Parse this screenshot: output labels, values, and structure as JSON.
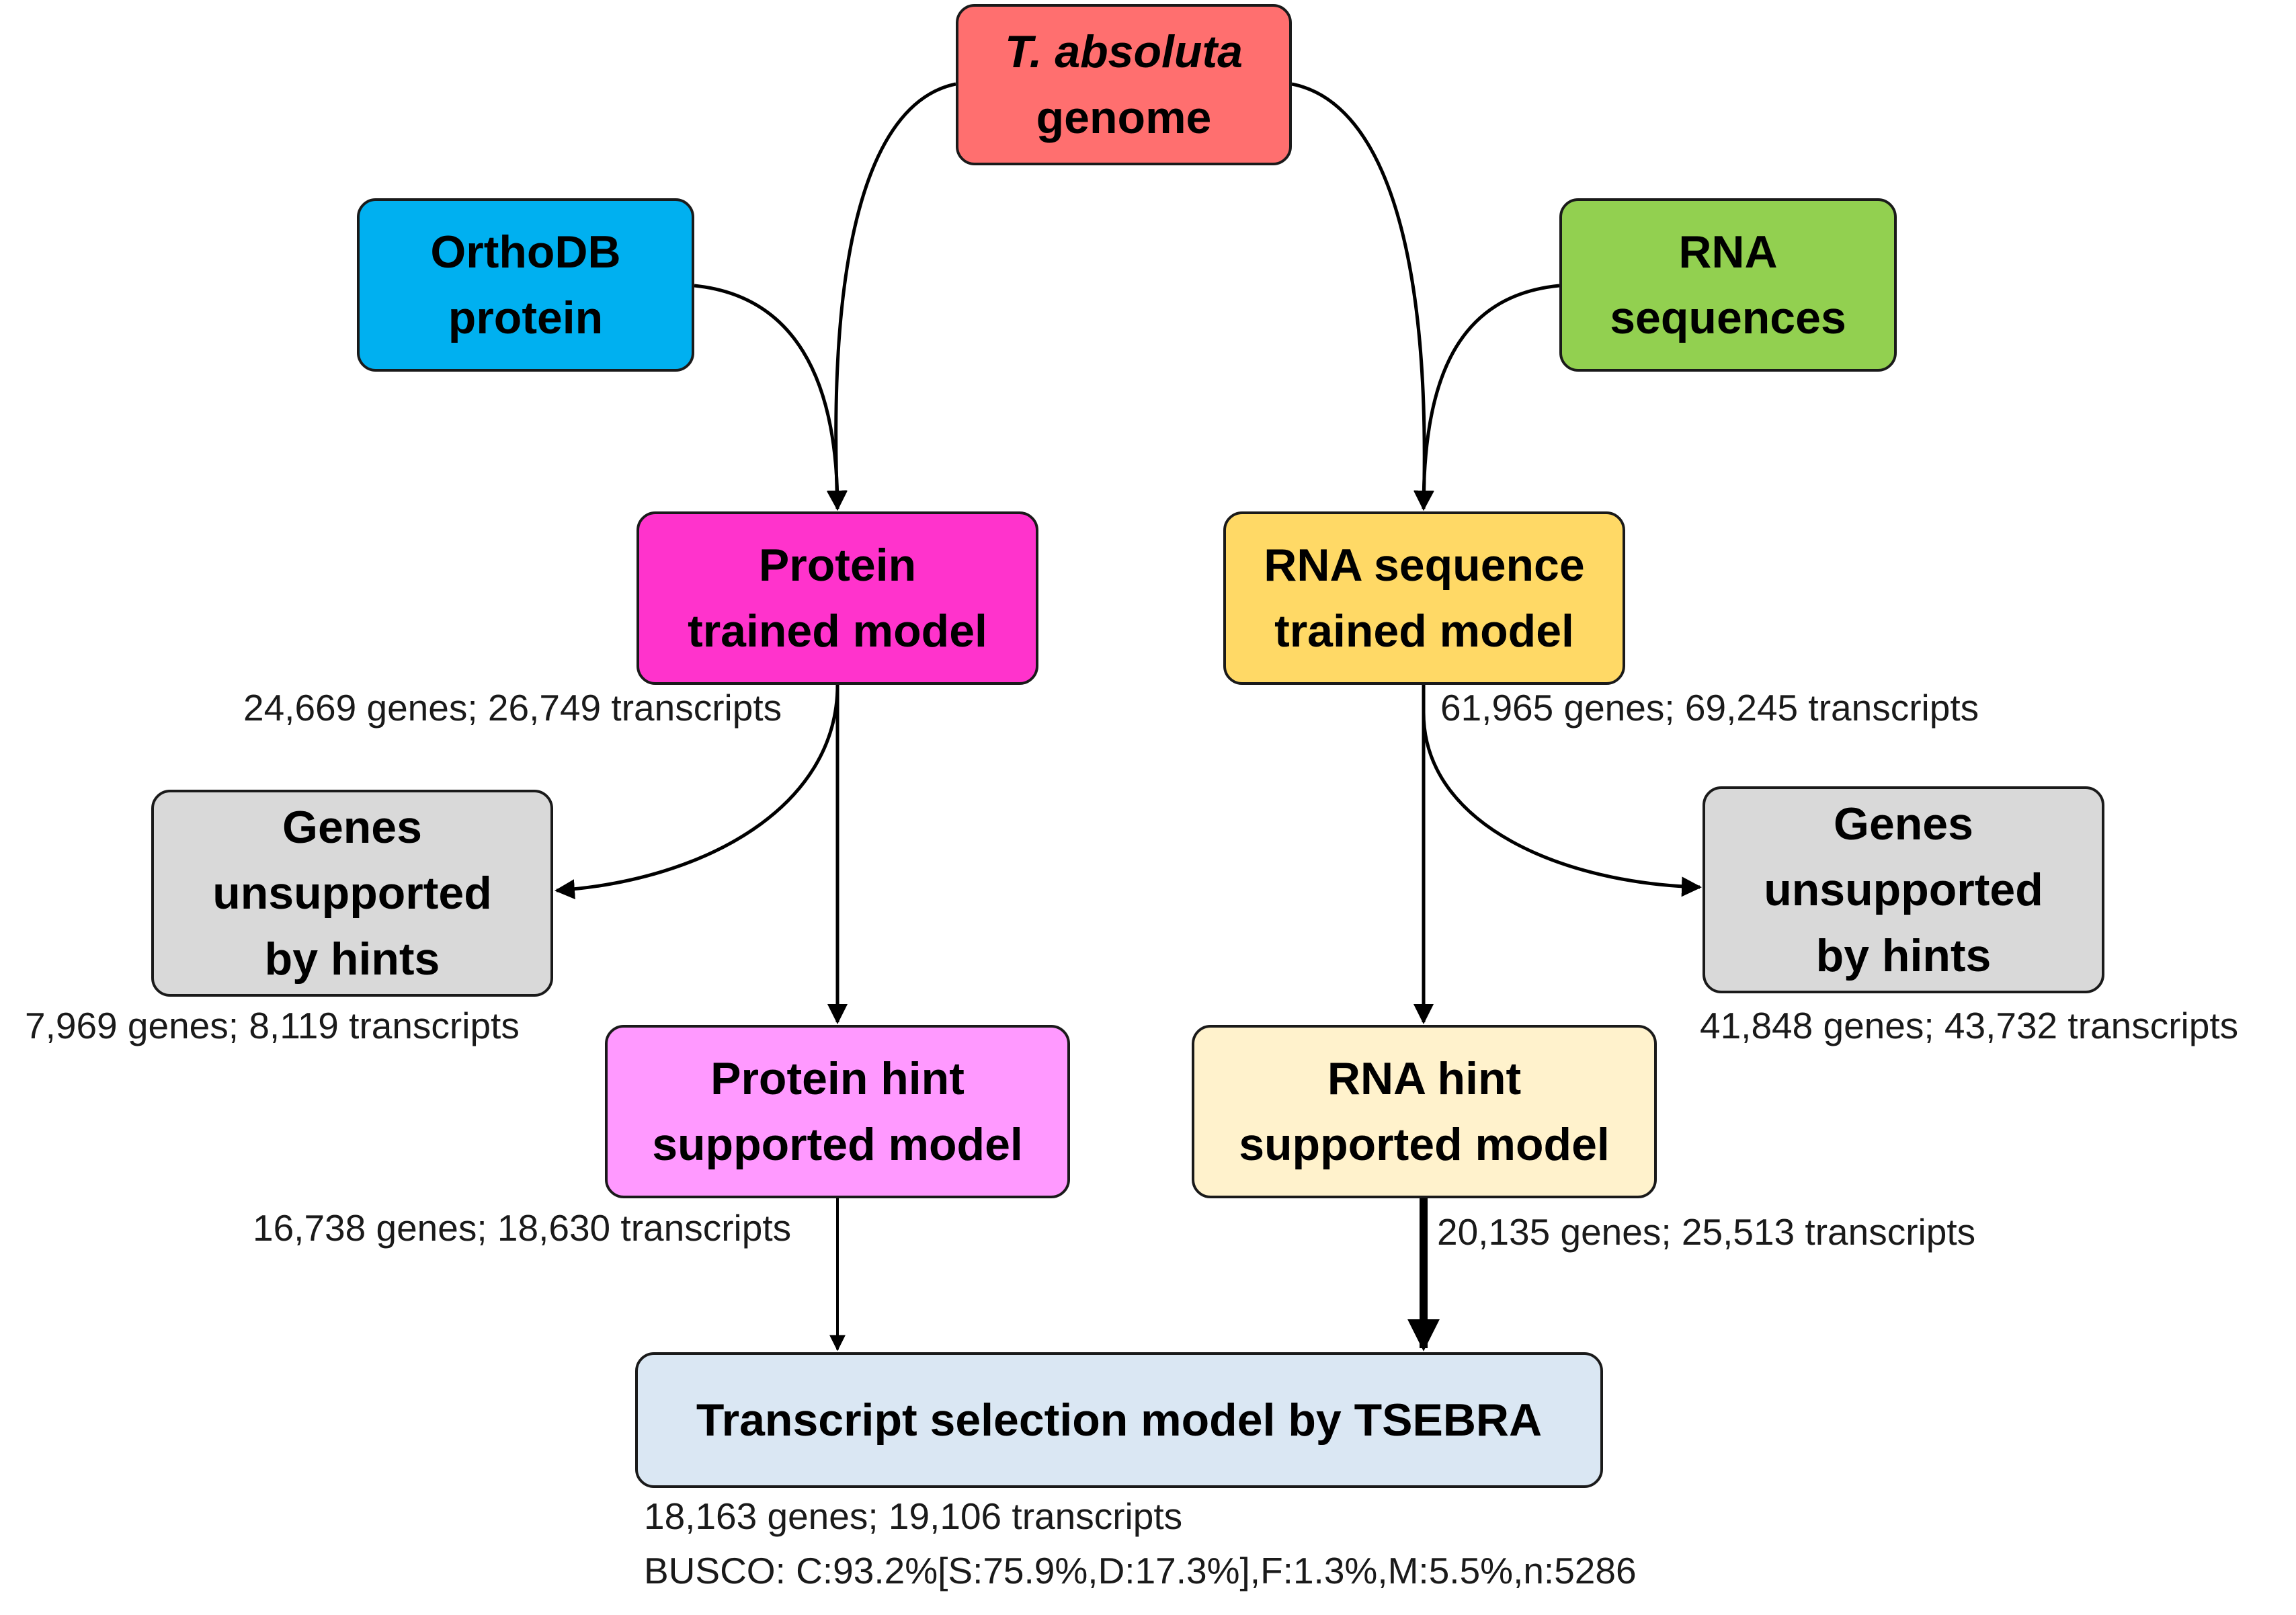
{
  "nodes": {
    "genome": {
      "line1": "T. absoluta",
      "line2": "genome",
      "color": "#ff6f6f"
    },
    "orthodb": {
      "line1": "OrthoDB",
      "line2": "protein",
      "color": "#00b0f0"
    },
    "rna": {
      "line1": "RNA",
      "line2": "sequences",
      "color": "#92d050"
    },
    "protein_trained": {
      "line1": "Protein",
      "line2": "trained model",
      "color": "#ff33cc"
    },
    "rna_trained": {
      "line1": "RNA sequence",
      "line2": "trained model",
      "color": "#ffd966"
    },
    "unsupported_left": {
      "line1": "Genes",
      "line2": "unsupported",
      "line3": "by hints",
      "color": "#d9d9d9"
    },
    "unsupported_right": {
      "line1": "Genes",
      "line2": "unsupported",
      "line3": "by hints",
      "color": "#d9d9d9"
    },
    "protein_hint": {
      "line1": "Protein hint",
      "line2": "supported model",
      "color": "#ff99ff"
    },
    "rna_hint": {
      "line1": "RNA hint",
      "line2": "supported model",
      "color": "#fff2cc"
    },
    "tsebra": {
      "line1": "Transcript selection model by TSEBRA",
      "color": "#dae7f3"
    }
  },
  "stats": {
    "protein_trained": "24,669 genes; 26,749 transcripts",
    "rna_trained": "61,965 genes; 69,245 transcripts",
    "unsupported_left": "7,969 genes; 8,119 transcripts",
    "unsupported_right": "41,848 genes; 43,732 transcripts",
    "protein_hint": "16,738 genes; 18,630 transcripts",
    "rna_hint": "20,135 genes; 25,513 transcripts",
    "tsebra": "18,163 genes; 19,106 transcripts",
    "busco": "BUSCO: C:93.2%[S:75.9%,D:17.3%],F:1.3%,M:5.5%,n:5286"
  }
}
